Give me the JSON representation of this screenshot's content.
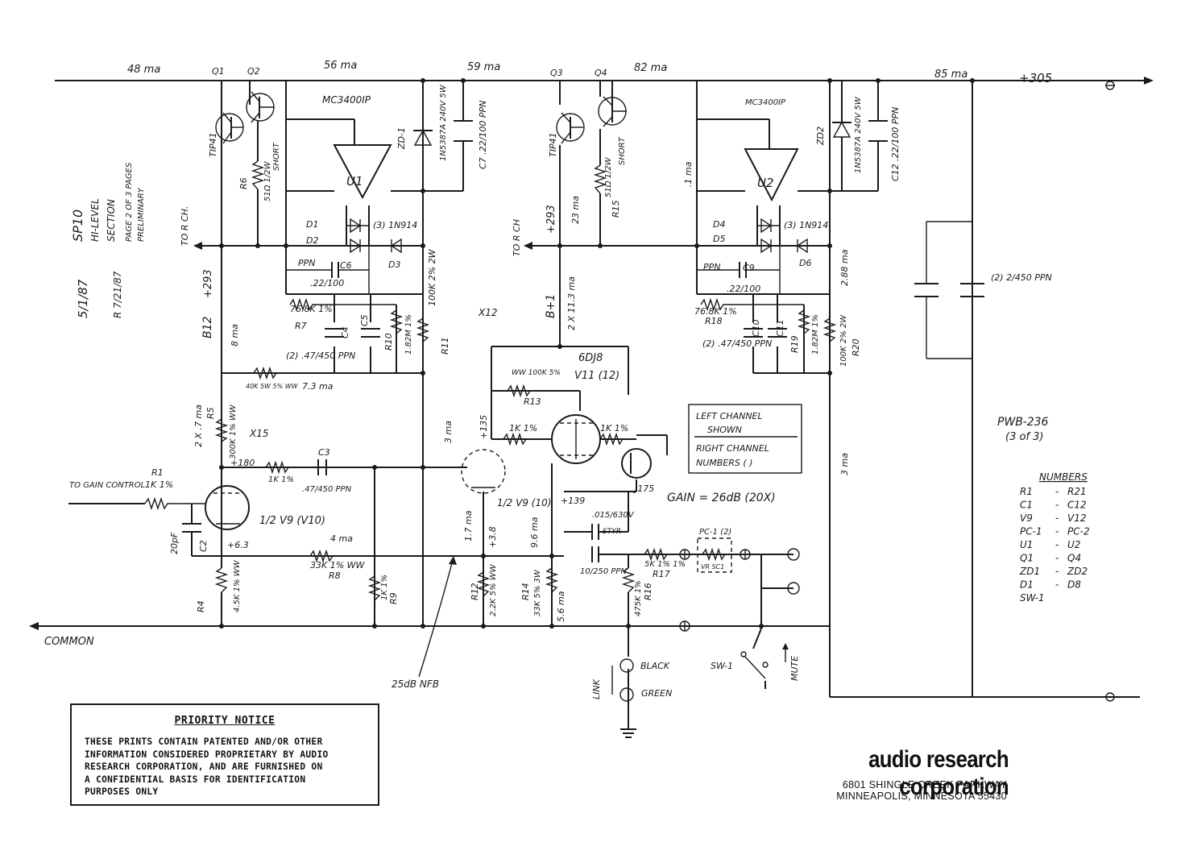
{
  "rails": {
    "top_currents": [
      "48 ma",
      "56 ma",
      "59 ma",
      "82 ma",
      "85 ma"
    ],
    "top_voltage": "+305",
    "common": "COMMON"
  },
  "sheet_notes": {
    "title": [
      "SP10",
      "HI-LEVEL",
      "SECTION"
    ],
    "pages": [
      "PAGE 2 OF 3 PAGES",
      "PRELIMINARY"
    ],
    "date": "5/1/87",
    "revision": "R 7/21/87",
    "pwb": "PWB-236",
    "pwb_sheet": "(3 of 3)",
    "x12": "X12",
    "x15": "X15",
    "nfb": "25dB NFB",
    "gain": "GAIN = 26dB (20X)"
  },
  "channel_box": {
    "line1": "LEFT CHANNEL",
    "line2": "SHOWN",
    "line3": "RIGHT CHANNEL",
    "line4": "NUMBERS ( )"
  },
  "numbers_table": {
    "title": "NUMBERS",
    "rows": [
      [
        "R1",
        "R21"
      ],
      [
        "C1",
        "C12"
      ],
      [
        "V9",
        "V12"
      ],
      [
        "PC-1",
        "PC-2"
      ],
      [
        "U1",
        "U2"
      ],
      [
        "Q1",
        "Q4"
      ],
      [
        "ZD1",
        "ZD2"
      ],
      [
        "D1",
        "D8"
      ],
      [
        "SW-1",
        ""
      ]
    ]
  },
  "left_regulator": {
    "q1": "Q1",
    "q2": "Q2",
    "q1_type": "TIP41",
    "u1": "U1",
    "u1_type": "MC3400IP",
    "zd1": "ZD-1",
    "zd1_type": "1N5387A 240V 5W",
    "c7": "C7 .22/100 PPN",
    "r6": "R6",
    "r6_val": "51Ω 1/2W",
    "short": "SHORT",
    "diodes": "(3) 1N914",
    "d1": "D1",
    "d2": "D2",
    "d3": "D3",
    "c6": "C6",
    "c6_val": ".22/100",
    "c6_type": "PPN",
    "r7": "R7",
    "r7_val": "76.8K 1%",
    "c4": "C4",
    "c5": "C5",
    "c45_val": "(2) .47/450 PPN",
    "r10": "R10",
    "r10_val": "1.82M 1%",
    "r11": "R11",
    "r11_val": "100K 2% 2W",
    "to_r_ch": "TO R CH.",
    "b12": "B12",
    "v293": "+293",
    "i8": "8 ma",
    "i73": "7.3 ma",
    "rr": "40K 5W 5% WW"
  },
  "right_regulator": {
    "q3": "Q3",
    "q4": "Q4",
    "q3_type": "TIP41",
    "u2": "U2",
    "u2_type": "MC3400IP",
    "zd2": "ZD2",
    "zd2_type": "1N5387A 240V 5W",
    "c12": "C12 .22/100 PPN",
    "r15": "R15",
    "r15_val": "51Ω 1/2W",
    "short": "SHORT",
    "diodes": "(3) 1N914",
    "d4": "D4",
    "d5": "D5",
    "d6": "D6",
    "c9": "C9",
    "c9_val": ".22/100",
    "c9_type": "PPN",
    "r18": "R18",
    "r18_val": "76.8K 1%",
    "c10": "C10",
    "c11": "C11",
    "c1011_val": "(2) .47/450 PPN",
    "r19": "R19",
    "r19_val": "1.82M 1%",
    "r20": "R20",
    "r20_val": "100K 2% 2W",
    "to_r_ch": "TO R CH",
    "b1": "B+1",
    "v293": "+293",
    "i23": "23 ma",
    "i2x": "2 X 11.3 ma",
    "i_small": ".1 ma",
    "i288": "2.88 ma"
  },
  "audio": {
    "to_gain": "TO GAIN CONTROL",
    "r1": "R1",
    "r1_val": "1K 1%",
    "c2": "C2",
    "c2_val": "20pF",
    "v9": "1/2 V9 (V10)",
    "v9b": "1/2 V9 (10)",
    "r5": "R5",
    "r5_val": "300K 1% WW",
    "r5_cur": "2 X .7 ma",
    "v180": "+180",
    "r3": "1K 1%",
    "c3": "C3",
    "c3_val": ".47/450 PPN",
    "r4": "R4",
    "r4_val": "4.5K 1% WW",
    "v63": "+6.3",
    "r8": "R8",
    "r8_val": "33K 1% WW",
    "i4": "4 ma",
    "r9": "R9",
    "r9_val": "1K 1%",
    "i3": "3 ma",
    "v135": "+135",
    "r13_ww": "WW 100K 5%",
    "r13": "R13",
    "v11": "6DJ8",
    "v11_n": "V11 (12)",
    "r1k_a": "1K 1%",
    "r1k_b": "1K 1%",
    "jfet": "J175",
    "v139": "+139",
    "c_out": ".015/630V",
    "styr": "STYR",
    "c_out2": "10/250 PPN",
    "r17": "R17",
    "r17_val": "5K 1% 1%",
    "pc1": "PC-1 (2)",
    "vr": "VR SC1",
    "r12": "R12",
    "r12_val": "2.2K 5% WW",
    "r14": "R14",
    "r14_val": "33K 5% 3W",
    "r16": "R16",
    "r16_val": "475K 1%",
    "v38": "+3.8",
    "i17": "1.7 ma",
    "i96": "9.6 ma",
    "i56": "5.6 ma",
    "i3b": "3 ma",
    "black": "BLACK",
    "green": "GREEN",
    "link": "LINK",
    "sw1": "SW-1",
    "mute": "MUTE",
    "cap_big": "(2) 2/450 PPN"
  },
  "notice": {
    "title": "PRIORITY NOTICE",
    "body": "THESE PRINTS CONTAIN PATENTED AND/OR OTHER\nINFORMATION CONSIDERED PROPRIETARY BY AUDIO\nRESEARCH CORPORATION, AND ARE FURNISHED ON\nA CONFIDENTIAL BASIS FOR IDENTIFICATION\nPURPOSES ONLY"
  },
  "company": {
    "name": "audio research corporation",
    "address1": "6801 SHINGLE CREEK PARKWAY",
    "address2": "MINNEAPOLIS, MINNESOTA 55430"
  }
}
